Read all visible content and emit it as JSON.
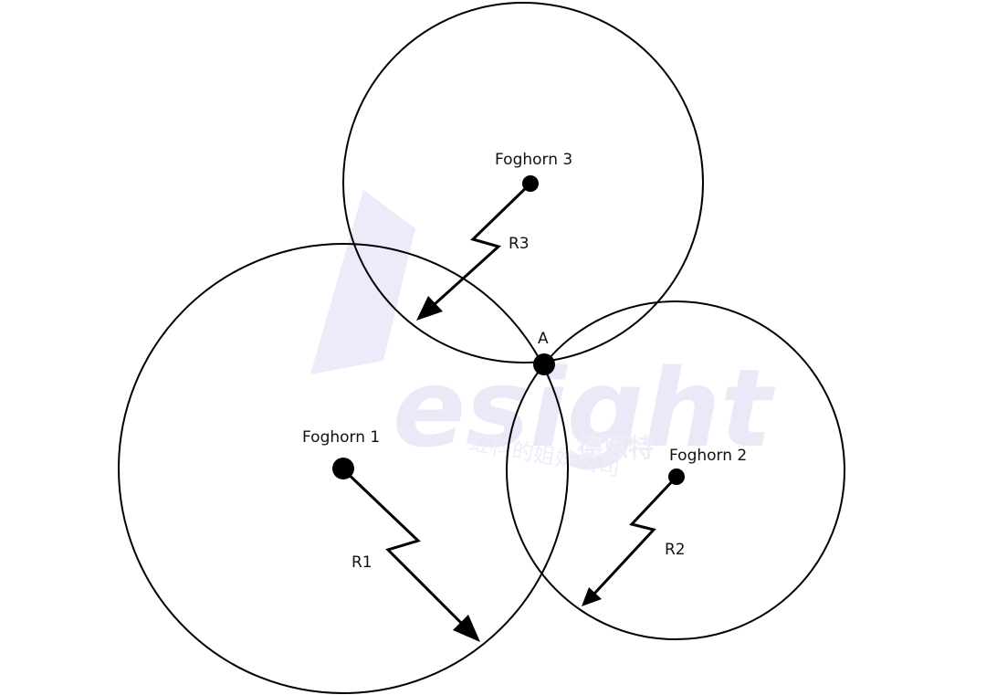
{
  "watermark": {
    "brand": "esight",
    "cn_brand": "德思特",
    "cn_sub": "虹科的姐妹公司"
  },
  "foghorns": [
    {
      "id": "1",
      "label": "Foghorn 1",
      "radius_label": "R1"
    },
    {
      "id": "2",
      "label": "Foghorn 2",
      "radius_label": "R2"
    },
    {
      "id": "3",
      "label": "Foghorn 3",
      "radius_label": "R3"
    }
  ],
  "intersection": {
    "label": "A"
  }
}
